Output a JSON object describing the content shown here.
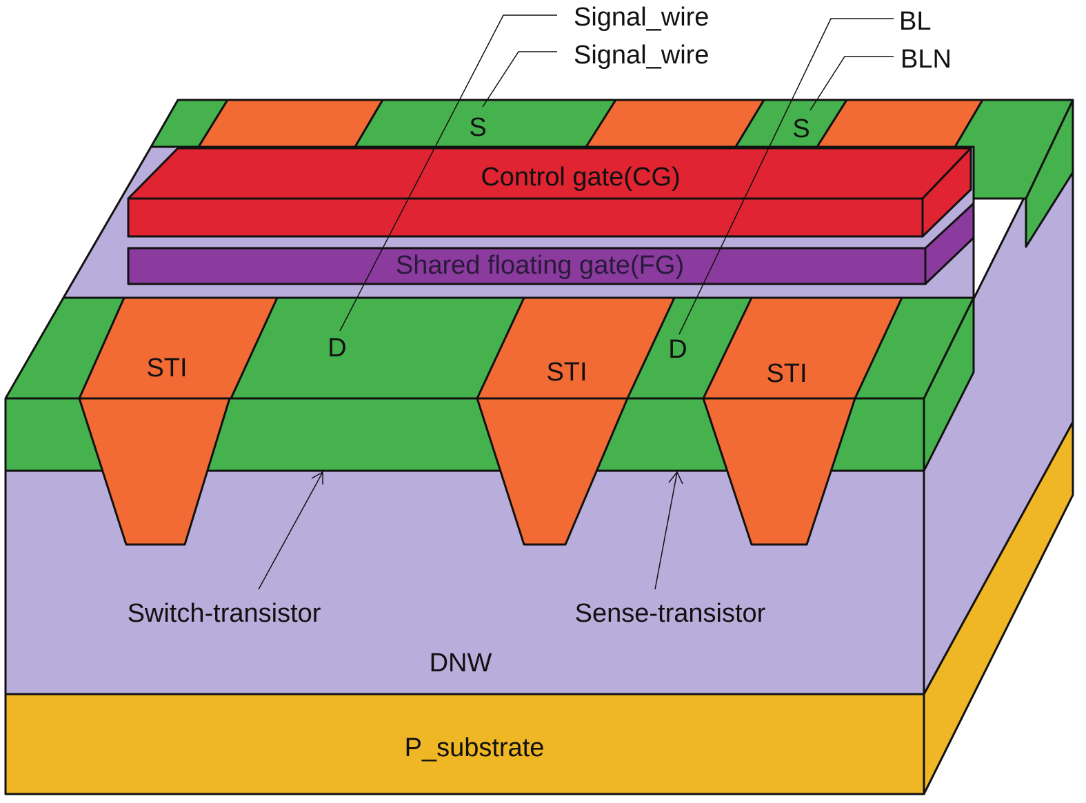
{
  "labels": {
    "signal_wire_1": "Signal_wire",
    "signal_wire_2": "Signal_wire",
    "bl": "BL",
    "bln": "BLN",
    "source_1": "S",
    "source_2": "S",
    "control_gate": "Control gate(CG)",
    "floating_gate": "Shared floating gate(FG)",
    "sti_1": "STI",
    "sti_2": "STI",
    "sti_3": "STI",
    "drain_1": "D",
    "drain_2": "D",
    "switch_transistor": "Switch-transistor",
    "sense_transistor": "Sense-transistor",
    "dnw": "DNW",
    "p_substrate": "P_substrate"
  },
  "colors": {
    "active": "#45b24d",
    "sti": "#f26a34",
    "control_gate": "#e02431",
    "floating_gate": "#8b3a9e",
    "dnw": "#b9aedb",
    "substrate": "#efb625"
  }
}
